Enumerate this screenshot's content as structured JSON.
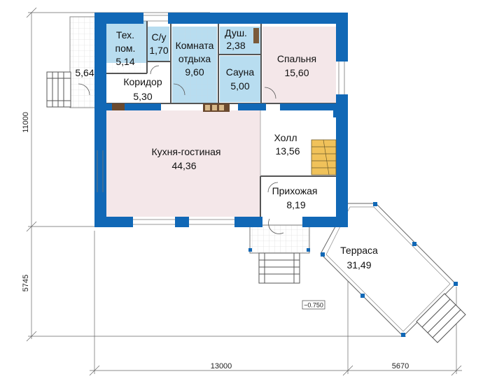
{
  "plan": {
    "colors": {
      "wall": "#1168B6",
      "wet_zone": "#B8DDF0",
      "living_zone": "#F4E7E9",
      "stair": "#F0C25A",
      "line": "#555555"
    },
    "rooms": {
      "tech": {
        "name_1": "Тех.",
        "name_2": "пом.",
        "area": "5,14"
      },
      "wc": {
        "name": "С/у",
        "area": "1,70"
      },
      "rest": {
        "name_1": "Комната",
        "name_2": "отдыха",
        "area": "9,60"
      },
      "shower": {
        "name": "Душ.",
        "area": "2,38"
      },
      "sauna": {
        "name": "Сауна",
        "area": "5,00"
      },
      "bedroom": {
        "name": "Спальня",
        "area": "15,60"
      },
      "corridor": {
        "name": "Коридор",
        "area": "5,30"
      },
      "porch": {
        "area": "5,64"
      },
      "kitchen": {
        "name": "Кухня-гостиная",
        "area": "44,36"
      },
      "hall": {
        "name": "Холл",
        "area": "13,56"
      },
      "entry": {
        "name": "Прихожая",
        "area": "8,19"
      },
      "terrace": {
        "name": "Терраса",
        "area": "31,49"
      }
    },
    "dimensions": {
      "height_main": "11000",
      "height_lower": "5745",
      "width_main": "13000",
      "width_terrace": "5670"
    },
    "level_mark": "−0.750"
  }
}
